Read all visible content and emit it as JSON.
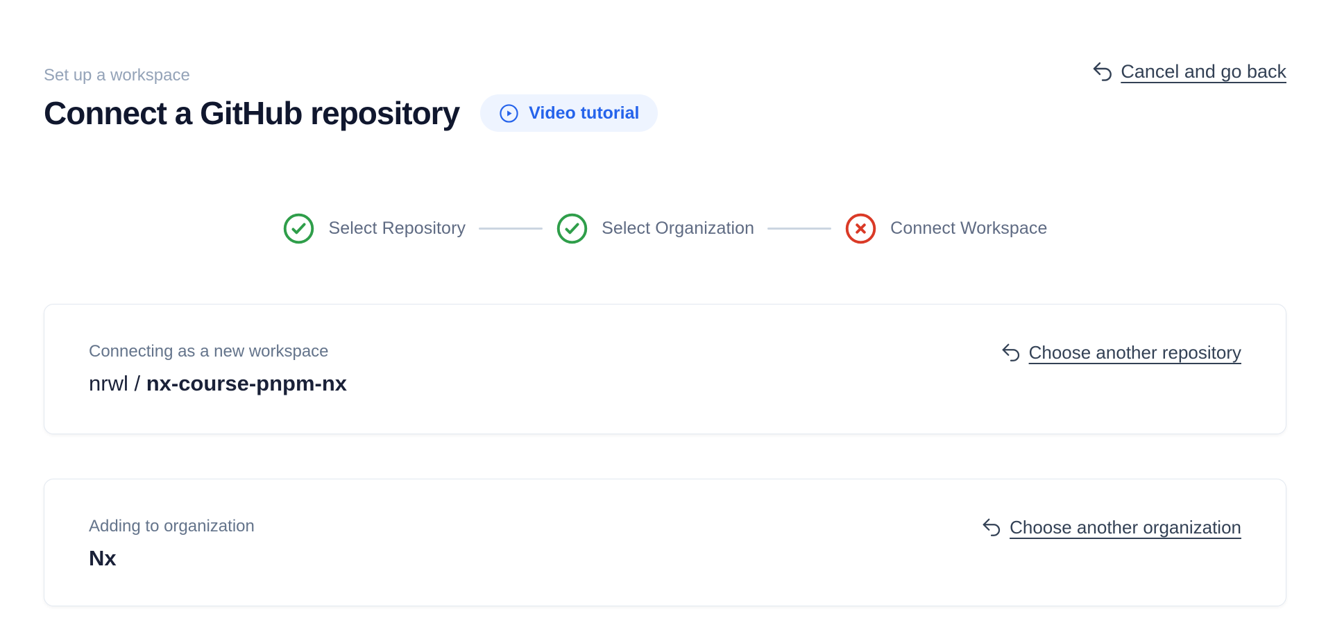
{
  "header": {
    "eyebrow": "Set up a workspace",
    "title": "Connect a GitHub repository",
    "video_button": {
      "label": "Video tutorial",
      "icon": "play-circle-icon"
    },
    "cancel_link": {
      "label": "Cancel and go back",
      "icon": "arrow-uturn-left-icon"
    }
  },
  "stepper": {
    "steps": [
      {
        "label": "Select Repository",
        "status": "complete",
        "icon": "check-circle-icon"
      },
      {
        "label": "Select Organization",
        "status": "complete",
        "icon": "check-circle-icon"
      },
      {
        "label": "Connect Workspace",
        "status": "error",
        "icon": "x-circle-icon"
      }
    ]
  },
  "cards": [
    {
      "label": "Connecting as a new workspace",
      "value_prefix": "nrwl / ",
      "value": "nx-course-pnpm-nx",
      "action_label": "Choose another repository",
      "action_icon": "arrow-uturn-left-icon"
    },
    {
      "label": "Adding to organization",
      "value_prefix": "",
      "value": "Nx",
      "action_label": "Choose another organization",
      "action_icon": "arrow-uturn-left-icon"
    }
  ],
  "colors": {
    "accent_blue": "#2563eb",
    "pill_background": "#eef4ff",
    "success_green": "#2f9e4a",
    "error_red": "#da3a27",
    "eyebrow_text": "#94a3b8",
    "card_label_text": "#64748b",
    "step_label_text": "#5f6b83",
    "link_text": "#334155",
    "heading_text": "#10172e",
    "card_border": "#e2e8f0",
    "connector_line": "#cbd5e1"
  }
}
